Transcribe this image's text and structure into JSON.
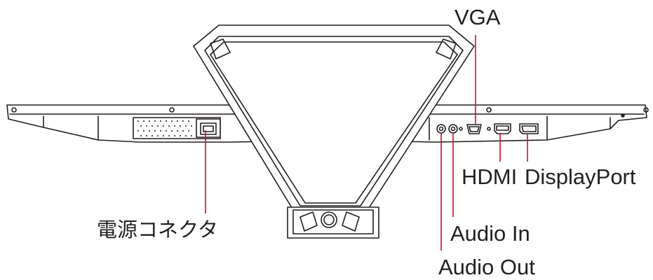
{
  "labels": {
    "vga": "VGA",
    "hdmi": "HDMI",
    "displayport": "DisplayPort",
    "power": "電源コネクタ",
    "audio_in": "Audio In",
    "audio_out": "Audio Out"
  },
  "colors": {
    "line": "#231f20",
    "callout": "#c8102e",
    "background": "#ffffff"
  }
}
